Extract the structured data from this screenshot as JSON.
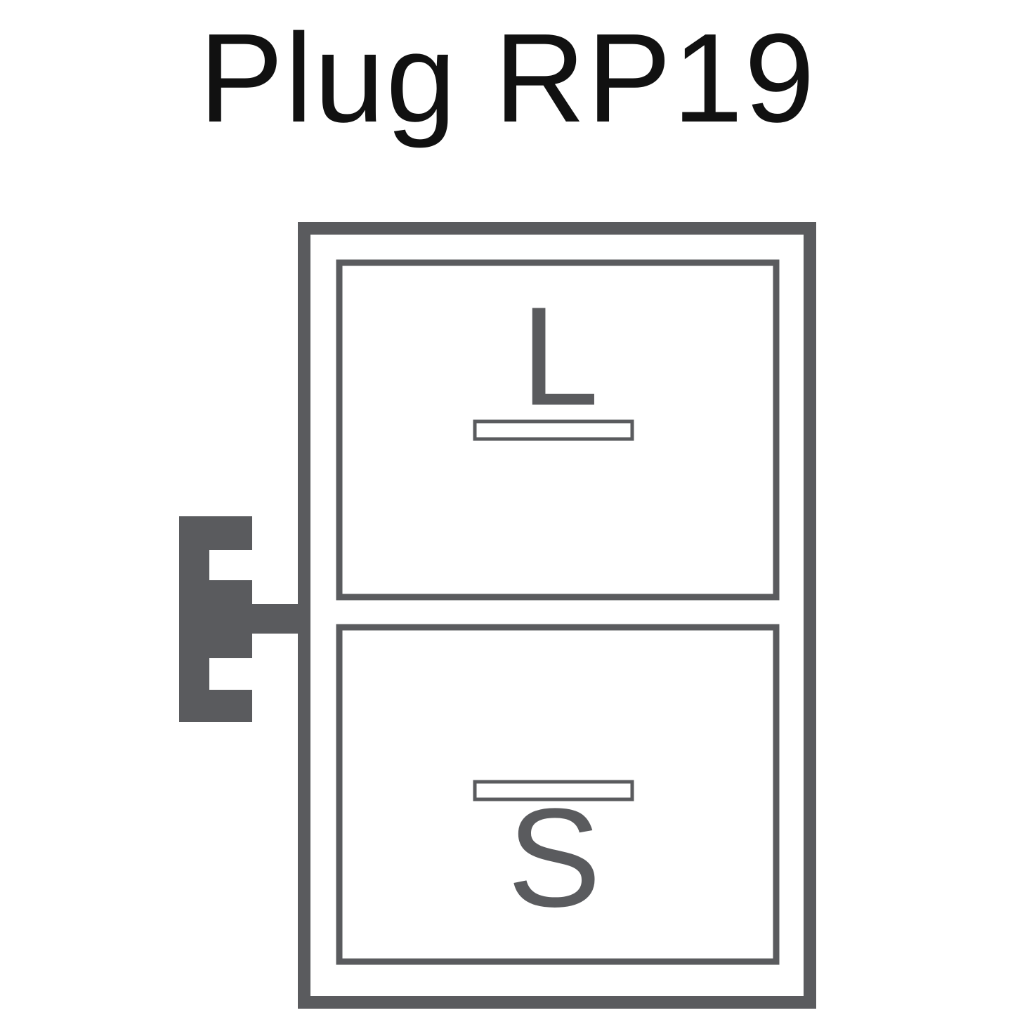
{
  "title": "Plug RP19",
  "colors": {
    "stroke": "#5a5b5e",
    "title_text": "#111111",
    "background": "#ffffff"
  },
  "pins": {
    "top": {
      "label": "L"
    },
    "bottom": {
      "label": "S"
    }
  }
}
